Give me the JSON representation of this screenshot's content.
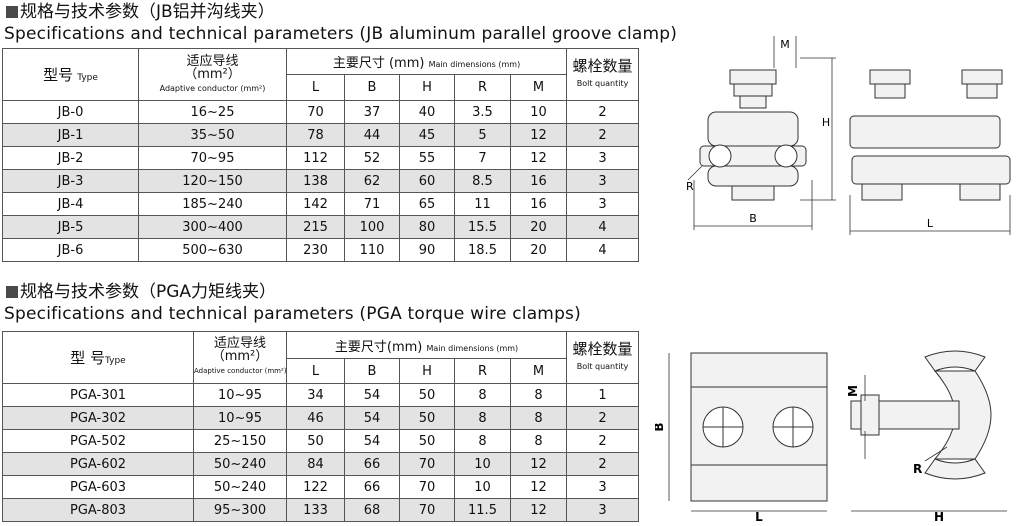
{
  "jb": {
    "title_cn": "规格与技术参数（JB铝并沟线夹）",
    "title_en": "Specifications and technical parameters (JB aluminum parallel groove clamp)",
    "header": {
      "type_cn": "型号",
      "type_en": "Type",
      "conductor_cn": "适应导线",
      "conductor_unit": "（mm²）",
      "conductor_en": "Adaptive conductor (mm²)",
      "dims_cn": "主要尺寸",
      "dims_unit": "(mm)",
      "dims_en": "Main dimensions (mm)",
      "bolt_cn": "螺栓数量",
      "bolt_en": "Bolt quantity",
      "cols": [
        "L",
        "B",
        "H",
        "R",
        "M"
      ]
    },
    "rows": [
      {
        "type": "JB-0",
        "conductor": "16~25",
        "L": "70",
        "B": "37",
        "H": "40",
        "R": "3.5",
        "M": "10",
        "bolt": "2"
      },
      {
        "type": "JB-1",
        "conductor": "35~50",
        "L": "78",
        "B": "44",
        "H": "45",
        "R": "5",
        "M": "12",
        "bolt": "2"
      },
      {
        "type": "JB-2",
        "conductor": "70~95",
        "L": "112",
        "B": "52",
        "H": "55",
        "R": "7",
        "M": "12",
        "bolt": "3"
      },
      {
        "type": "JB-3",
        "conductor": "120~150",
        "L": "138",
        "B": "62",
        "H": "60",
        "R": "8.5",
        "M": "16",
        "bolt": "3"
      },
      {
        "type": "JB-4",
        "conductor": "185~240",
        "L": "142",
        "B": "71",
        "H": "65",
        "R": "11",
        "M": "16",
        "bolt": "3"
      },
      {
        "type": "JB-5",
        "conductor": "300~400",
        "L": "215",
        "B": "100",
        "H": "80",
        "R": "15.5",
        "M": "20",
        "bolt": "4"
      },
      {
        "type": "JB-6",
        "conductor": "500~630",
        "L": "230",
        "B": "110",
        "H": "90",
        "R": "18.5",
        "M": "20",
        "bolt": "4"
      }
    ],
    "drawing_labels": {
      "M": "M",
      "H": "H",
      "R": "R",
      "B": "B",
      "L": "L"
    }
  },
  "pga": {
    "title_cn": "规格与技术参数（PGA力矩线夹）",
    "title_en": "Specifications and technical parameters (PGA torque wire clamps)",
    "header": {
      "type_cn": "型  号",
      "type_en": "Type",
      "conductor_cn": "适应导线",
      "conductor_unit": "（mm²）",
      "conductor_en": "Adaptive conductor (mm²)",
      "dims_cn": "主要尺寸",
      "dims_unit": "(mm)",
      "dims_en": "Main dimensions (mm)",
      "bolt_cn": "螺栓数量",
      "bolt_en": "Bolt quantity",
      "cols": [
        "L",
        "B",
        "H",
        "R",
        "M"
      ]
    },
    "rows": [
      {
        "type": "PGA-301",
        "conductor": "10~95",
        "L": "34",
        "B": "54",
        "H": "50",
        "R": "8",
        "M": "8",
        "bolt": "1"
      },
      {
        "type": "PGA-302",
        "conductor": "10~95",
        "L": "46",
        "B": "54",
        "H": "50",
        "R": "8",
        "M": "8",
        "bolt": "2"
      },
      {
        "type": "PGA-502",
        "conductor": "25~150",
        "L": "50",
        "B": "54",
        "H": "50",
        "R": "8",
        "M": "8",
        "bolt": "2"
      },
      {
        "type": "PGA-602",
        "conductor": "50~240",
        "L": "84",
        "B": "66",
        "H": "70",
        "R": "10",
        "M": "12",
        "bolt": "2"
      },
      {
        "type": "PGA-603",
        "conductor": "50~240",
        "L": "122",
        "B": "66",
        "H": "70",
        "R": "10",
        "M": "12",
        "bolt": "3"
      },
      {
        "type": "PGA-803",
        "conductor": "95~300",
        "L": "133",
        "B": "68",
        "H": "70",
        "R": "11.5",
        "M": "12",
        "bolt": "3"
      }
    ],
    "drawing_labels": {
      "M": "M",
      "B": "B",
      "R": "R",
      "L": "L",
      "H": "H"
    }
  },
  "colors": {
    "row_alt": "#e3e3e3",
    "line": "#555555",
    "drawing_fill": "#f2f2f2"
  }
}
